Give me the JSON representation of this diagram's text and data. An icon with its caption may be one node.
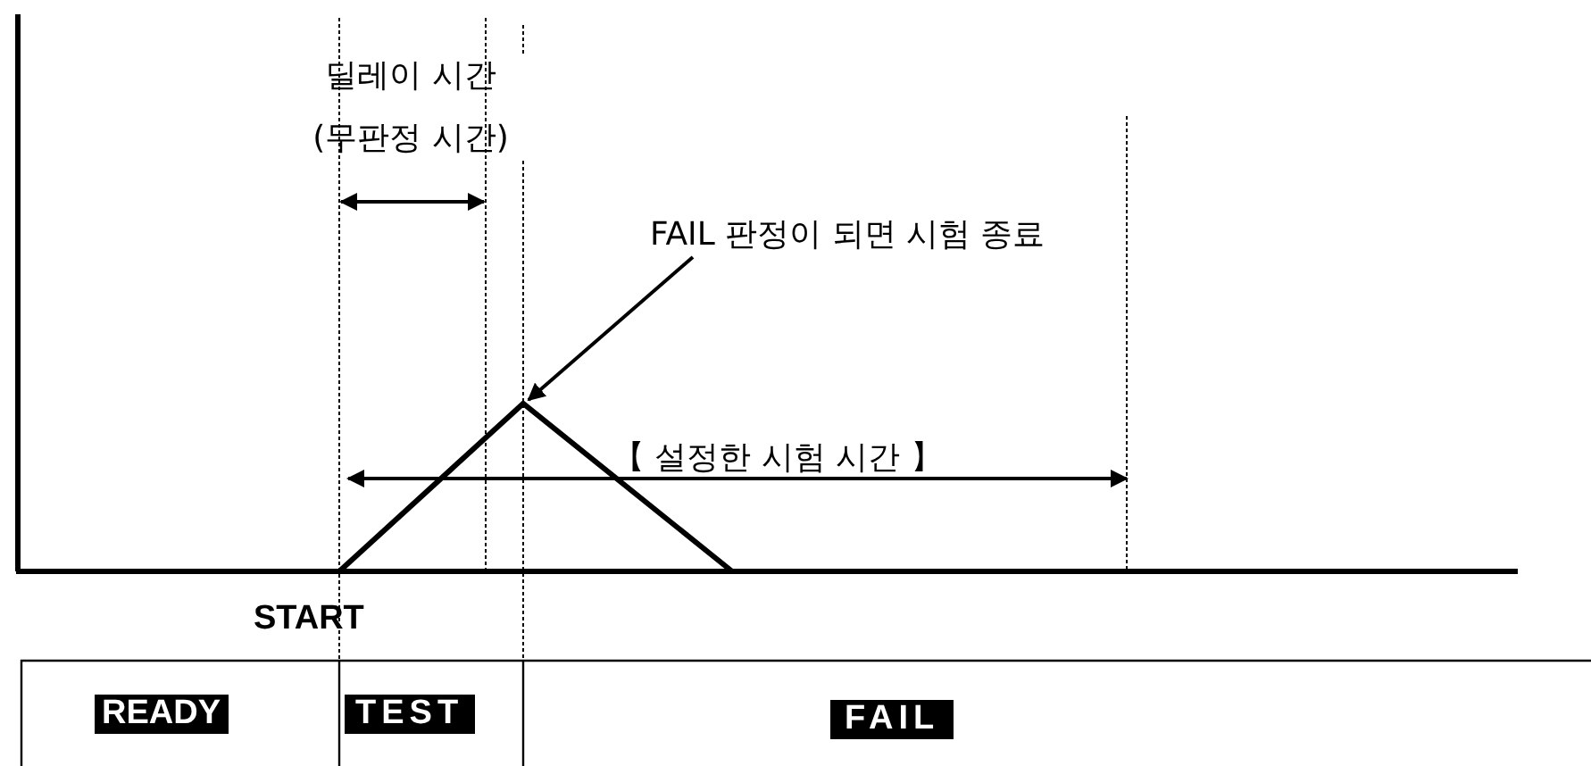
{
  "diagram": {
    "nodes": [
      {
        "text": [
          "FAIL 판정이 되면 시험 종료"
        ]
      },
      {
        "text": [],
        "shape": "triangle"
      }
    ],
    "edges": [
      {
        "from": 0,
        "to": 1,
        "arrow": "to"
      }
    ],
    "labels": [
      "딜레이 시간 (무판정 시간)",
      "【 설정한 시험 시간 】",
      "START",
      "READY",
      "TEST",
      "FAIL"
    ]
  }
}
